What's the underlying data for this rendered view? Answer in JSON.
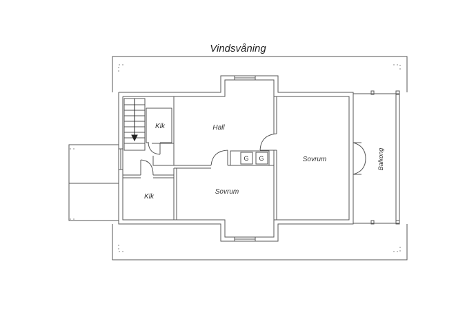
{
  "title": "Vindsvåning",
  "rooms": {
    "klk_upper": "Klk",
    "hall": "Hall",
    "sovrum_right": "Sovrum",
    "klk_lower": "Klk",
    "sovrum_lower": "Sovrum",
    "balkong": "Balkong"
  },
  "fixtures": {
    "g1": "G",
    "g2": "G"
  },
  "colors": {
    "wall": "#555555",
    "background": "#ffffff",
    "text": "#333333"
  }
}
